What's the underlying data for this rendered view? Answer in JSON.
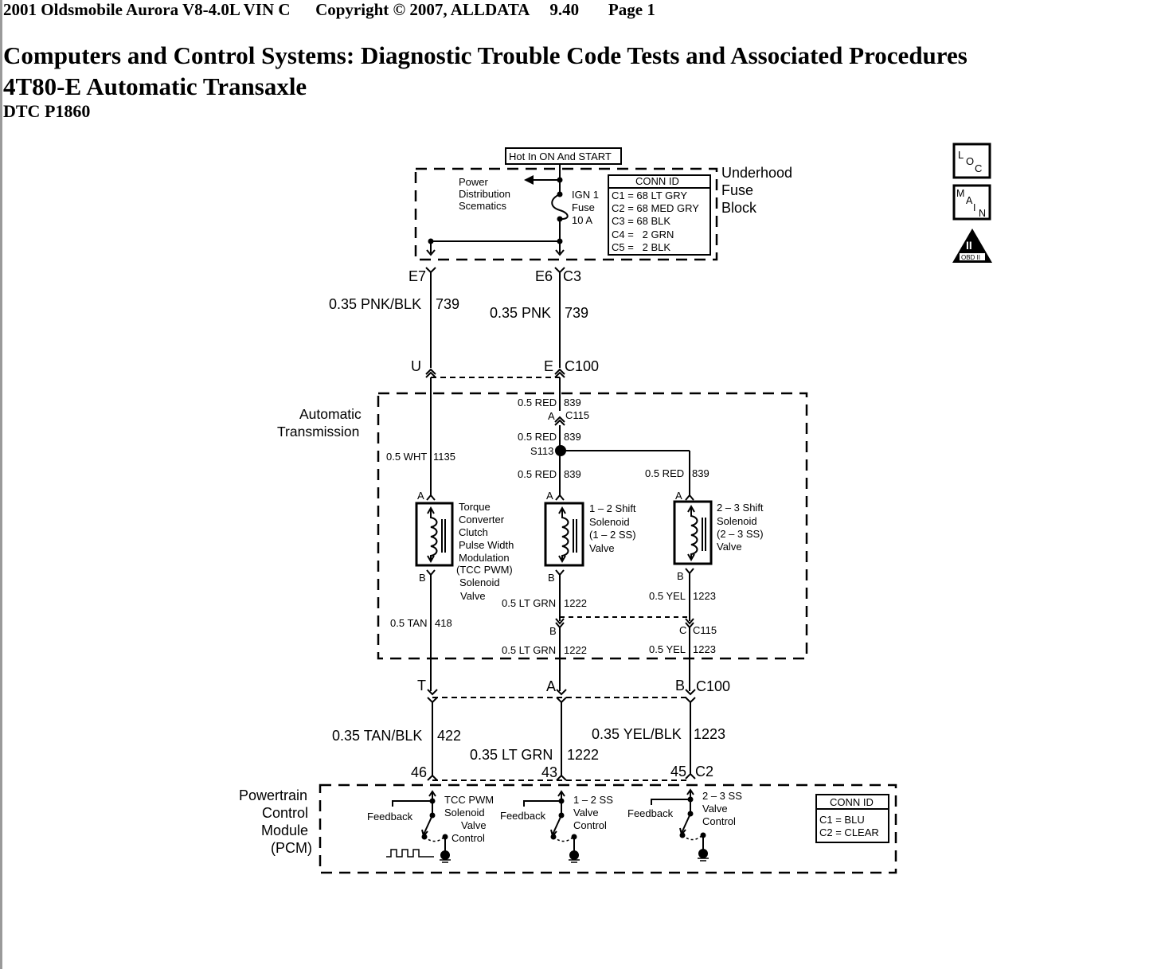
{
  "header": {
    "vehicle": "2001 Oldsmobile Aurora V8-4.0L VIN C",
    "copyright": "Copyright © 2007, ALLDATA",
    "version": "9.40",
    "page": "Page 1"
  },
  "titles": {
    "section": "Computers and Control Systems: Diagnostic Trouble Code Tests and Associated Procedures",
    "component": "4T80-E Automatic Transaxle",
    "dtc": "DTC P1860"
  },
  "legend_icons": {
    "loc": [
      "L",
      "O",
      "C"
    ],
    "main": [
      "M",
      "A",
      "I",
      "N"
    ],
    "obd": {
      "numeral": "II",
      "label": "OBD II"
    }
  },
  "fuse_block": {
    "hot_label": "Hot In ON And START",
    "name": [
      "Underhood",
      "Fuse",
      "Block"
    ],
    "power_dist": [
      "Power",
      "Distribution",
      "Scematics"
    ],
    "fuse": [
      "IGN 1",
      "Fuse",
      "10 A"
    ],
    "conn_id_title": "CONN ID",
    "conn_ids": [
      "C1 = 68 LT GRY",
      "C2 = 68 MED GRY",
      "C3 = 68 BLK",
      "C4 =   2 GRN",
      "C5 =   2 BLK"
    ],
    "pin_left": "E7",
    "pin_right": "E6",
    "connector_right": "C3"
  },
  "wires_upper": {
    "left": {
      "gauge_color": "0.35 PNK/BLK",
      "circuit": "739"
    },
    "right": {
      "gauge_color": "0.35 PNK",
      "circuit": "739"
    }
  },
  "c100_top": {
    "pin_left": "U",
    "pin_right": "E",
    "connector": "C100"
  },
  "transmission": {
    "name": [
      "Automatic",
      "Transmission"
    ],
    "red_wire_1": {
      "gauge_color": "0.5 RED",
      "circuit": "839"
    },
    "c115_pin": "A",
    "c115": "C115",
    "red_wire_2": {
      "gauge_color": "0.5 RED",
      "circuit": "839"
    },
    "splice": "S113",
    "red_wire_3": {
      "gauge_color": "0.5 RED",
      "circuit": "839"
    },
    "red_wire_4": {
      "gauge_color": "0.5 RED",
      "circuit": "839"
    },
    "wht_wire": {
      "gauge_color": "0.5 WHT",
      "circuit": "1135"
    },
    "solenoids": [
      {
        "pin_a": "A",
        "pin_b": "B",
        "label": [
          "Torque",
          "Converter",
          "Clutch",
          "Pulse Width",
          "Modulation",
          "(TCC PWM)",
          "Solenoid",
          "Valve"
        ]
      },
      {
        "pin_a": "A",
        "pin_b": "B",
        "label": [
          "1 – 2 Shift",
          "Solenoid",
          "(1 – 2 SS)",
          "Valve"
        ]
      },
      {
        "pin_a": "A",
        "pin_b": "B",
        "label": [
          "2 – 3 Shift",
          "Solenoid",
          "(2 – 3 SS)",
          "Valve"
        ]
      }
    ],
    "tan_wire": {
      "gauge_color": "0.5 TAN",
      "circuit": "418"
    },
    "ltgrn_wire_1": {
      "gauge_color": "0.5 LT GRN",
      "circuit": "1222"
    },
    "yel_wire_1": {
      "gauge_color": "0.5 YEL",
      "circuit": "1223"
    },
    "c115_lower": {
      "pin_mid": "B",
      "pin_right": "C",
      "connector": "C115"
    },
    "ltgrn_wire_2": {
      "gauge_color": "0.5 LT GRN",
      "circuit": "1222"
    },
    "yel_wire_2": {
      "gauge_color": "0.5 YEL",
      "circuit": "1223"
    }
  },
  "c100_bottom": {
    "pin_left": "T",
    "pin_mid": "A",
    "pin_right": "B",
    "connector": "C100"
  },
  "wires_lower": {
    "left": {
      "gauge_color": "0.35 TAN/BLK",
      "circuit": "422"
    },
    "mid": {
      "gauge_color": "0.35 LT GRN",
      "circuit": "1222"
    },
    "right": {
      "gauge_color": "0.35 YEL/BLK",
      "circuit": "1223"
    }
  },
  "pcm": {
    "name": [
      "Powertrain",
      "Control",
      "Module",
      "(PCM)"
    ],
    "pins": [
      "46",
      "43",
      "45"
    ],
    "connector": "C2",
    "drivers": [
      {
        "feedback": "Feedback",
        "label": [
          "TCC PWM",
          "Solenoid",
          "Valve",
          "Control"
        ]
      },
      {
        "feedback": "Feedback",
        "label": [
          "1 – 2 SS",
          "Valve",
          "Control"
        ]
      },
      {
        "feedback": "Feedback",
        "label": [
          "2 – 3 SS",
          "Valve",
          "Control"
        ]
      }
    ],
    "conn_id_title": "CONN ID",
    "conn_ids": [
      "C1 = BLU",
      "C2 = CLEAR"
    ]
  }
}
